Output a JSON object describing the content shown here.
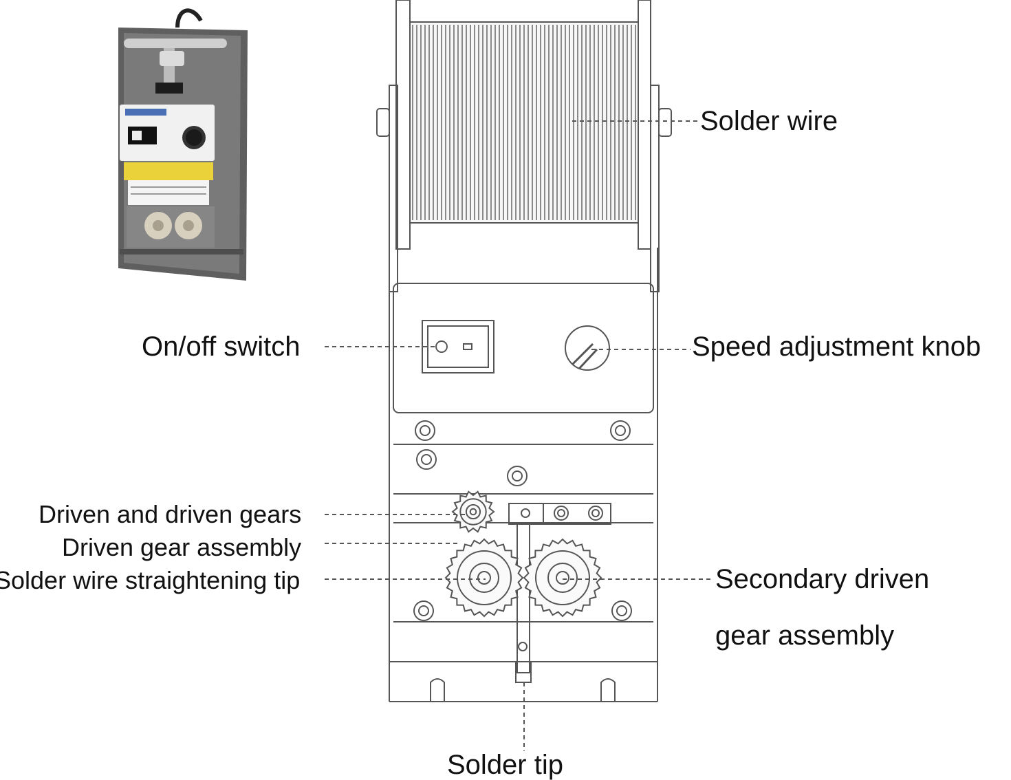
{
  "labels": {
    "solder_wire": "Solder wire",
    "on_off_switch": "On/off switch",
    "speed_knob": "Speed adjustment knob",
    "driven_gears": "Driven and driven gears",
    "driven_gear_assembly": "Driven gear assembly",
    "straightening_tip": "Solder wire straightening tip",
    "secondary_line1": "Secondary driven",
    "secondary_line2": "gear assembly",
    "solder_tip": "Solder tip"
  },
  "colors": {
    "line": "#555555",
    "text": "#111111",
    "photo_metal": "#6d6d6d",
    "photo_panel": "#e9e9e9",
    "photo_label": "#e9d23a"
  }
}
